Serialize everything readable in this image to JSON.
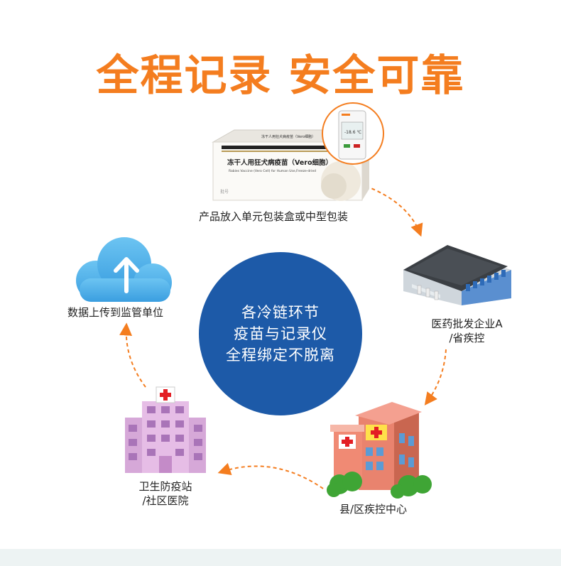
{
  "headline": "全程记录 安全可靠",
  "center": {
    "lines": [
      "各冷链环节",
      "疫苗与记录仪",
      "全程绑定不脱离"
    ],
    "color": "#1d5aa8"
  },
  "nodes": {
    "product": {
      "label": "产品放入单元包装盒或中型包装"
    },
    "distributor": {
      "label_line1": "医药批发企业A",
      "label_line2": "/省疾控"
    },
    "county_cdc": {
      "label": "县/区疾控中心"
    },
    "clinic": {
      "label_line1": "卫生防疫站",
      "label_line2": "/社区医院"
    },
    "upload": {
      "label": "数据上传到监管单位"
    }
  },
  "package": {
    "title": "冻干人用狂犬病疫苗（Vero细胞）",
    "subtitle": "Rabies Vaccine (Vero Cell) for Human Use,Freeze-dried",
    "top_text": "冻干人用狂犬病疫苗（Vero细胞）"
  },
  "colors": {
    "accent": "#f47d1f",
    "arrow": "#f47d1f",
    "cloud": "#4aaee8"
  },
  "icons": [
    "cloud-upload-icon",
    "office-building-icon",
    "hospital-icon",
    "clinic-building-icon",
    "data-logger-icon"
  ]
}
